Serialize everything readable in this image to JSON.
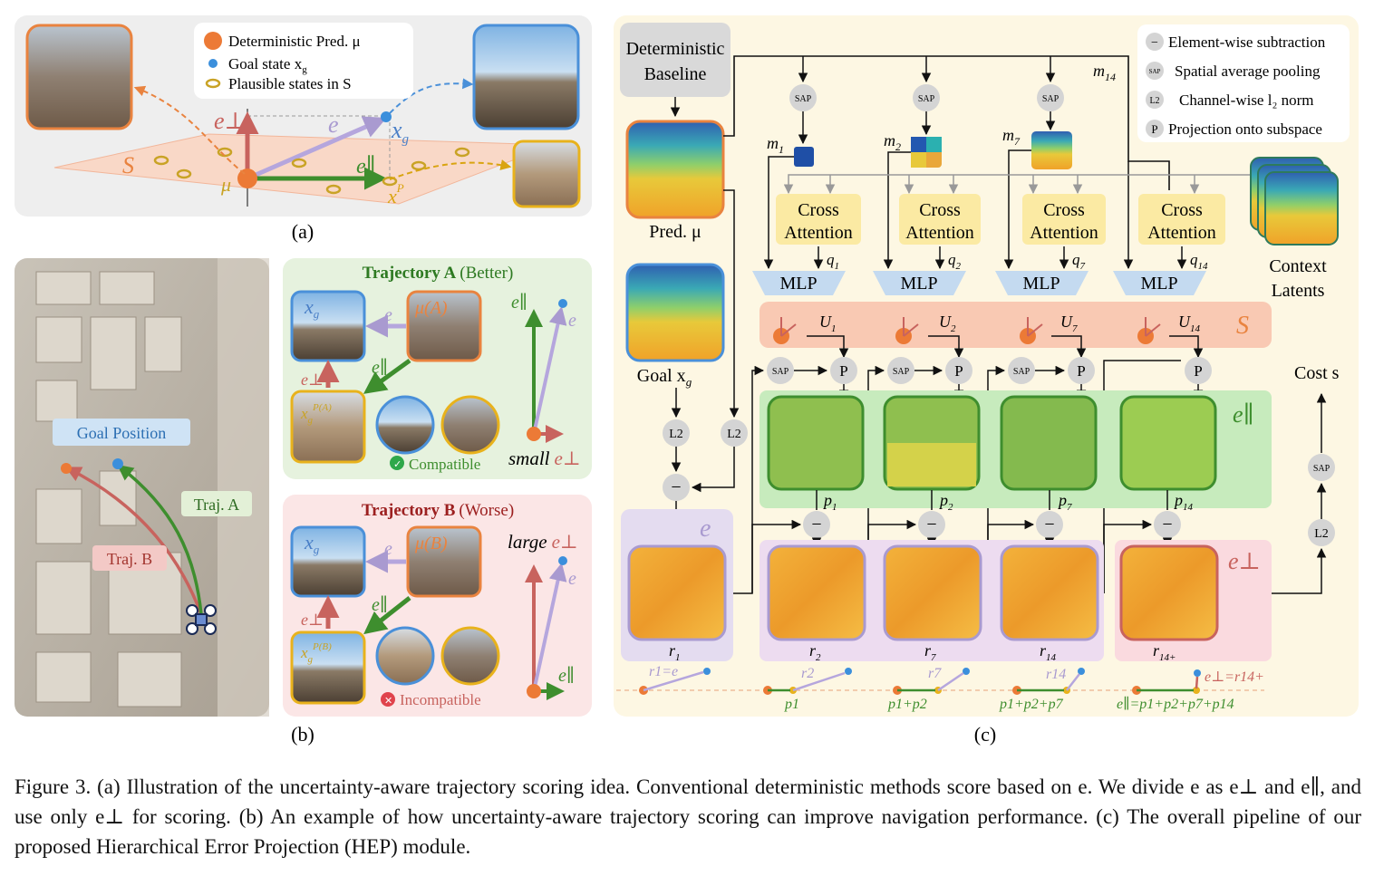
{
  "panel_a": {
    "legend": [
      "Deterministic Pred. μ",
      "Goal state x",
      "Plausible states in S"
    ],
    "labels": {
      "e_perp": "e⊥",
      "e": "e",
      "x_g": "x",
      "g": "g",
      "mu": "μ",
      "e_par": "e∥",
      "S": "S",
      "xgp": "x",
      "xgp_sup": "P"
    },
    "caption": "(a)"
  },
  "panel_b": {
    "goal_position": "Goal Position",
    "traj_a": "Traj. A",
    "traj_b": "Traj. B",
    "caption": "(b)",
    "traj_a_box": {
      "title": "Trajectory A",
      "qualifier": "(Better)",
      "mu": "μ(A)",
      "xgp": "x_g^P(A)",
      "status": "Compatible",
      "note_prefix": "small",
      "note_symbol": "e⊥"
    },
    "traj_b_box": {
      "title": "Trajectory B",
      "qualifier": "(Worse)",
      "mu": "μ(B)",
      "xgp": "x_g^P(B)",
      "status": "Incompatible",
      "note_prefix": "large",
      "note_symbol": "e⊥"
    }
  },
  "panel_c": {
    "baseline": [
      "Deterministic",
      "Baseline"
    ],
    "pred": "Pred. μ",
    "goal": "Goal x",
    "legend": [
      {
        "sym": "−",
        "text": "Element-wise subtraction"
      },
      {
        "sym": "SAP",
        "text": "Spatial average pooling"
      },
      {
        "sym": "L2",
        "text": "Channel-wise l₂ norm"
      },
      {
        "sym": "P",
        "text": "Projection onto subspace"
      }
    ],
    "cross_attention": [
      "Cross",
      "Attention"
    ],
    "mlp": "MLP",
    "m_labels": [
      "m1",
      "m2",
      "m7",
      "m14"
    ],
    "q_labels": [
      "q1",
      "q2",
      "q7",
      "q14"
    ],
    "u_labels": [
      "U1",
      "U2",
      "U7",
      "U14"
    ],
    "p_labels": [
      "p1",
      "p2",
      "p7",
      "p14"
    ],
    "r_labels": [
      "r1",
      "r2",
      "r7",
      "r14",
      "r14+"
    ],
    "context_latents": [
      "Context",
      "Latents"
    ],
    "cost": "Cost s",
    "S": "S",
    "e_par": "e∥",
    "e": "e",
    "e_perp": "e⊥",
    "bottom_eq": [
      "p1",
      "p1+p2",
      "p1+p2+p7",
      "e∥=p1+p2+p7+p14"
    ],
    "bottom_r": [
      "r1=e",
      "r2",
      "r7",
      "r14",
      "e⊥=r14+"
    ],
    "caption": "(c)"
  },
  "figure_caption": "Figure 3. (a) Illustration of the uncertainty-aware trajectory scoring idea. Conventional deterministic methods score based on e. We divide e as e⊥ and e∥, and use only e⊥ for scoring. (b) An example of how uncertainty-aware trajectory scoring can improve navigation performance. (c) The overall pipeline of our proposed Hierarchical Error Projection (HEP) module."
}
